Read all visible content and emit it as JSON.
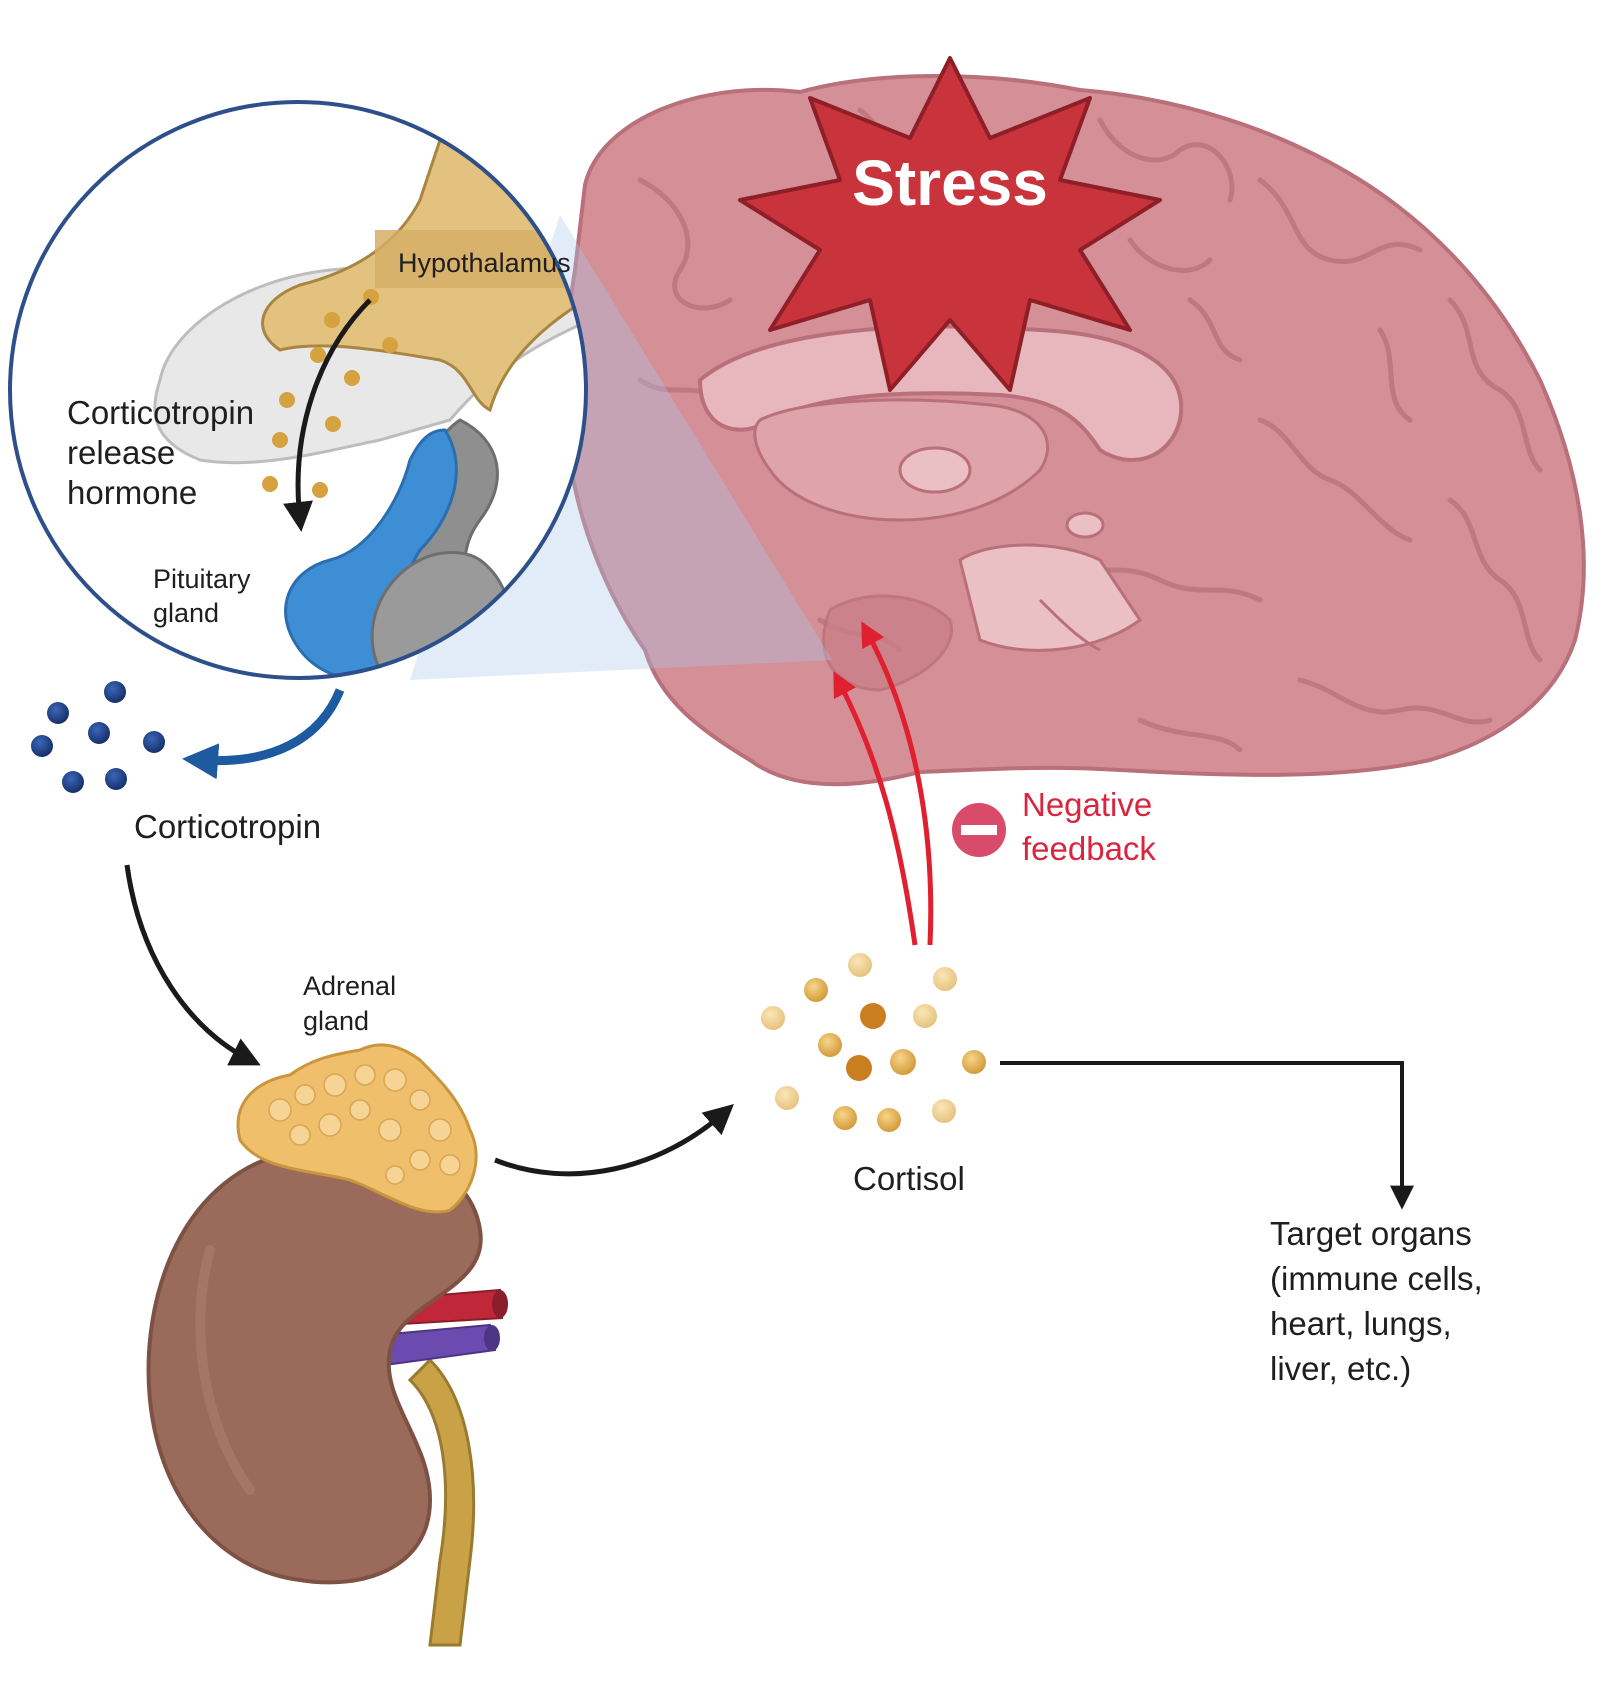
{
  "labels": {
    "stress": "Stress",
    "hypothalamus": "Hypothalamus",
    "crh": [
      "Corticotropin",
      "release",
      "hormone"
    ],
    "pituitary": [
      "Pituitary",
      "gland"
    ],
    "corticotropin": "Corticotropin",
    "negative_feedback": [
      "Negative",
      "feedback"
    ],
    "adrenal": [
      "Adrenal",
      "gland"
    ],
    "cortisol": "Cortisol",
    "target": [
      "Target organs",
      "(immune cells,",
      "heart, lungs,",
      "liver, etc.)"
    ]
  },
  "colors": {
    "brain": "#d48f97",
    "brain_dark": "#b9707a",
    "stress_star": "#c9333c",
    "hypothalamus": "#e3c27f",
    "pituitary_anterior": "#3e8ed6",
    "pituitary_posterior": "#8f8f8f",
    "corticotropin_dots": "#23458f",
    "cortisol_dots": "#e1a845",
    "kidney": "#9a6a5a",
    "adrenal": "#efbf6c",
    "feedback_arrow": "#e0202f",
    "minus_badge": "#d94b6a",
    "arrow": "#1a1a1a",
    "blue_arrow": "#1e5aa0"
  },
  "icons": [
    "brain-icon",
    "stress-star-icon",
    "pituitary-icon",
    "kidney-icon",
    "adrenal-gland-icon",
    "minus-icon"
  ]
}
